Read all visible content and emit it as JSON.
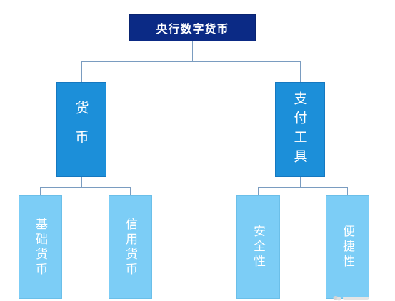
{
  "diagram": {
    "root": {
      "label": "央行数字货币"
    },
    "branches": [
      {
        "label": "货币",
        "children": [
          {
            "label": "基础货币"
          },
          {
            "label": "信用货币"
          }
        ]
      },
      {
        "label": "支付工具",
        "children": [
          {
            "label": "安全性"
          },
          {
            "label": "便捷性"
          }
        ]
      }
    ]
  },
  "colors": {
    "root": "#0b2a85",
    "branch": "#1c8fd9",
    "leaf": "#7ccdf6",
    "connector": "#7a9cc0"
  }
}
